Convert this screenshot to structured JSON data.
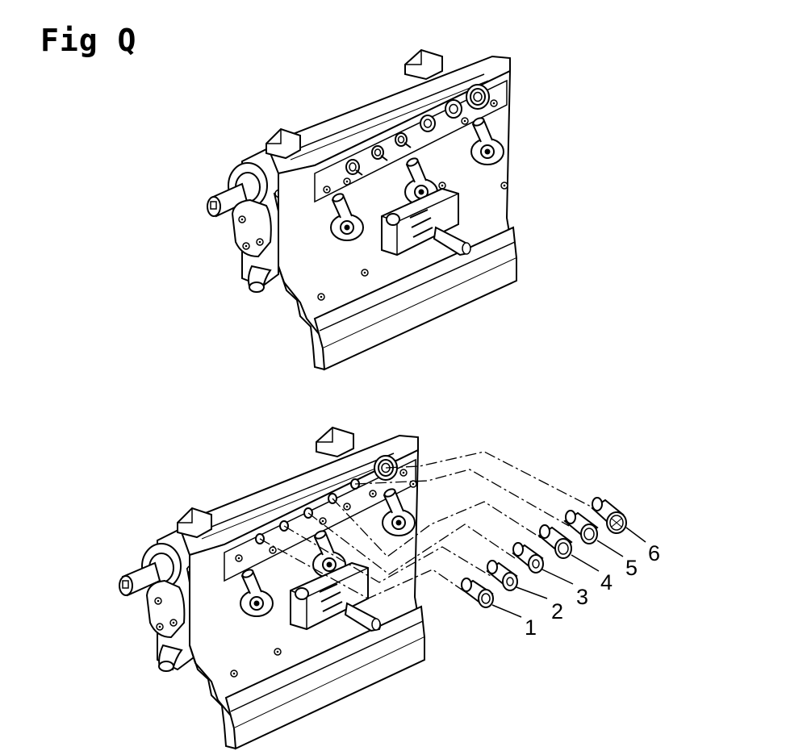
{
  "figure": {
    "title": "Fig Q"
  },
  "callouts": [
    {
      "number": "1"
    },
    {
      "number": "2"
    },
    {
      "number": "3"
    },
    {
      "number": "4"
    },
    {
      "number": "5"
    },
    {
      "number": "6"
    }
  ]
}
